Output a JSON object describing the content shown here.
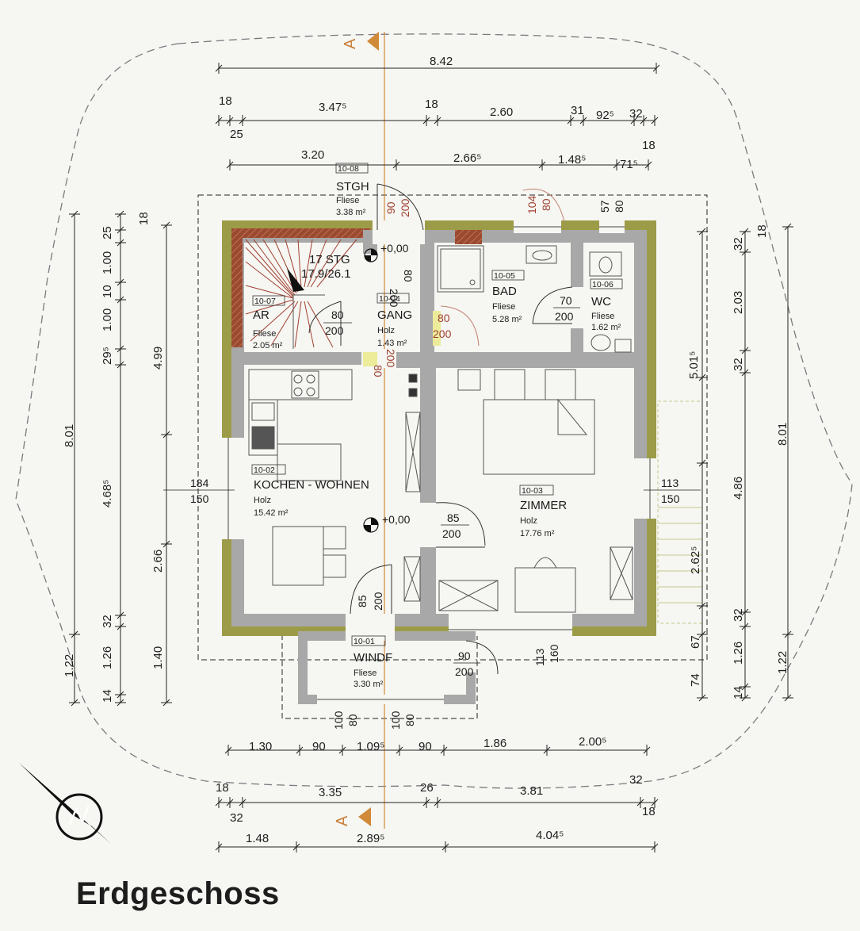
{
  "title": "Erdgeschoss",
  "colors": {
    "wall_outer": "#9c9c48",
    "wall_inner": "#9a9a9a",
    "wall_brick": "#9a4a30",
    "section_marker": "#d08a3a",
    "door_highlight": "#ecec9a"
  },
  "section_markers": [
    "A",
    "A"
  ],
  "top_dimensions": {
    "row1": [
      "8.42"
    ],
    "row2": [
      "18",
      "3.47⁵",
      "18",
      "2.60",
      "31",
      "92⁵",
      "32"
    ],
    "row2_below": [
      "25",
      "18"
    ],
    "row3": [
      "3.20",
      "2.66⁵",
      "1.48⁵",
      "71⁵"
    ]
  },
  "bottom_dimensions": {
    "row1": [
      "1.30",
      "90",
      "1.09⁵",
      "90",
      "1.86",
      "2.00⁵"
    ],
    "row2": [
      "18",
      "3.35",
      "26",
      "3.81",
      "32"
    ],
    "row2_below": [
      "32",
      "18"
    ],
    "row3": [
      "1.48",
      "2.89⁵",
      "4.04⁵"
    ]
  },
  "left_dimensions": {
    "outer": [
      "8.01",
      "1.22"
    ],
    "middle": [
      "18",
      "25",
      "1.00",
      "10",
      "1.00",
      "29⁵",
      "4.68⁵",
      "32",
      "1.26",
      "14"
    ],
    "inner": [
      "4.99",
      "2.66",
      "1.40"
    ]
  },
  "right_dimensions": {
    "inner": [
      "5.01⁵",
      "4.86",
      "2.62⁵",
      "67",
      "74"
    ],
    "middle": [
      "32",
      "2.03",
      "32",
      "32",
      "1.26",
      "14"
    ],
    "outer_top": [
      "18"
    ],
    "outer": [
      "8.01",
      "1.22"
    ]
  },
  "window_marks": [
    {
      "top": "184",
      "bottom": "150"
    },
    {
      "top": "113",
      "bottom": "150"
    },
    {
      "top": "113",
      "bottom": "160"
    },
    {
      "top": "100",
      "bottom": "80"
    },
    {
      "top": "100",
      "bottom": "80"
    },
    {
      "top": "104",
      "bottom": "80"
    },
    {
      "top": "57",
      "bottom": "80"
    }
  ],
  "rooms": [
    {
      "id": "10-08",
      "name": "STGH",
      "floor": "Fliese",
      "area": "3.38 m²"
    },
    {
      "id": "10-07",
      "name": "AR",
      "floor": "Fliese",
      "area": "2.05 m²"
    },
    {
      "id": "10-04",
      "name": "GANG",
      "floor": "Holz",
      "area": "1.43 m²"
    },
    {
      "id": "10-05",
      "name": "BAD",
      "floor": "Fliese",
      "area": "5.28 m²"
    },
    {
      "id": "10-06",
      "name": "WC",
      "floor": "Fliese",
      "area": "1.62 m²"
    },
    {
      "id": "10-02",
      "name": "KOCHEN - WOHNEN",
      "floor": "Holz",
      "area": "15.42 m²"
    },
    {
      "id": "10-03",
      "name": "ZIMMER",
      "floor": "Holz",
      "area": "17.76 m²"
    },
    {
      "id": "10-01",
      "name": "WINDF",
      "floor": "Fliese",
      "area": "3.30 m²"
    }
  ],
  "stair_label": [
    "17 STG",
    "17.9/26.1"
  ],
  "levels": [
    "+0,00",
    "+0,00"
  ],
  "doors": [
    {
      "w": "90",
      "h": "200"
    },
    {
      "w": "80",
      "h": "200"
    },
    {
      "w": "80",
      "h": "200"
    },
    {
      "w": "80",
      "h": "200"
    },
    {
      "w": "70",
      "h": "200"
    },
    {
      "w": "80",
      "h": "200"
    },
    {
      "w": "85",
      "h": "200"
    },
    {
      "w": "85",
      "h": "200"
    },
    {
      "w": "90",
      "h": "200"
    }
  ]
}
